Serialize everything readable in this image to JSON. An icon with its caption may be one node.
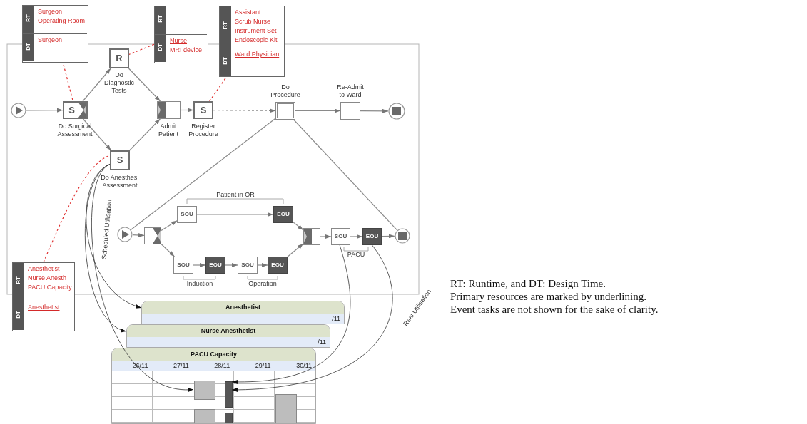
{
  "diagram": {
    "nodes": [
      {
        "text": [],
        "shape": "circle"
      },
      {
        "text": [
          "S"
        ],
        "beside": [
          "Do Surgical Assessment"
        ]
      },
      {
        "text": [
          "R"
        ],
        "beside": [
          "Do Diagnostic Tests"
        ]
      },
      {
        "text": [
          "S"
        ],
        "beside": [
          "Do Anesthes. Assessment"
        ]
      },
      {
        "text": [],
        "shape": "box",
        "beside": [
          "Admit Patient"
        ]
      },
      {
        "text": [
          "S"
        ],
        "beside": [
          "Register Procedure"
        ]
      },
      {
        "text": [],
        "shape": "box",
        "beside": [
          "Do Procedure"
        ]
      },
      {
        "text": [],
        "shape": "box",
        "beside": [
          "Re-Admit to Ward"
        ]
      },
      {
        "text": [],
        "shape": "circle"
      },
      {
        "text": [
          "RT",
          "Surgeon",
          "Operating Room",
          "DT",
          "Surgeon"
        ]
      },
      {
        "text": [
          "RT",
          "DT",
          "Nurse",
          "MRI device"
        ]
      },
      {
        "text": [
          "RT",
          "Assistant",
          "Scrub Nurse",
          "Instrument Set",
          "Endoscopic Kit",
          "DT",
          "Ward Physician"
        ]
      },
      {
        "text": [
          "RT",
          "Anesthetist",
          "Nurse Anesth",
          "PACU Capacity",
          "DT",
          "Anesthetist"
        ]
      },
      {
        "text": [],
        "shape": "circle"
      },
      {
        "text": [],
        "shape": "box"
      },
      {
        "text": [
          "SOU"
        ]
      },
      {
        "text": [
          "EOU"
        ]
      },
      {
        "text": [
          "SOU"
        ]
      },
      {
        "text": [
          "EOU"
        ]
      },
      {
        "text": [
          "SOU"
        ]
      },
      {
        "text": [
          "EOU"
        ]
      },
      {
        "text": [],
        "shape": "box"
      },
      {
        "text": [
          "SOU"
        ]
      },
      {
        "text": [
          "EOU"
        ]
      },
      {
        "text": [],
        "shape": "circle"
      },
      {
        "text": [
          "Anesthetist",
          "/11"
        ]
      },
      {
        "text": [
          "Nurse Anesthetist",
          "/11"
        ]
      },
      {
        "text": [
          "PACU Capacity",
          "26/11",
          "27/11",
          "28/11",
          "29/11",
          "30/11"
        ]
      },
      {
        "text": [],
        "shape": "bar",
        "in": 27
      },
      {
        "text": [],
        "shape": "bar",
        "in": 27
      },
      {
        "text": [],
        "shape": "bar",
        "in": 27
      },
      {
        "text": [],
        "shape": "bar",
        "in": 27
      },
      {
        "text": [],
        "shape": "bar",
        "in": 27
      }
    ],
    "edges": [
      {
        "from": 0,
        "to": 1,
        "arrow": "to"
      },
      {
        "from": 1,
        "to": 2,
        "arrow": "to"
      },
      {
        "from": 1,
        "to": 3,
        "arrow": "to"
      },
      {
        "from": 2,
        "to": 4,
        "arrow": "to"
      },
      {
        "from": 3,
        "to": 4,
        "arrow": "to"
      },
      {
        "from": 4,
        "to": 5,
        "arrow": "to"
      },
      {
        "from": 5,
        "to": 6,
        "arrow": "to",
        "style": "dashed"
      },
      {
        "from": 6,
        "to": 7,
        "arrow": "to"
      },
      {
        "from": 7,
        "to": 8,
        "arrow": "to"
      },
      {
        "from": 9,
        "to": 1,
        "arrow": "none",
        "style": "dashed",
        "color": "#e03030"
      },
      {
        "from": 10,
        "to": 2,
        "arrow": "none",
        "style": "dashed",
        "color": "#e03030"
      },
      {
        "from": 11,
        "to": 5,
        "arrow": "none",
        "style": "dashed",
        "color": "#e03030"
      },
      {
        "from": 12,
        "to": 3,
        "arrow": "none",
        "style": "dashed",
        "color": "#e03030"
      },
      {
        "from": 6,
        "to": 13,
        "arrow": "none"
      },
      {
        "from": 6,
        "to": 24,
        "arrow": "none"
      },
      {
        "from": 13,
        "to": 14,
        "arrow": "to"
      },
      {
        "from": 14,
        "to": 15,
        "arrow": "to"
      },
      {
        "from": 14,
        "to": 17,
        "arrow": "to"
      },
      {
        "from": 15,
        "to": 16,
        "arrow": "to"
      },
      {
        "from": 17,
        "to": 18,
        "arrow": "to"
      },
      {
        "from": 18,
        "to": 19,
        "arrow": "to"
      },
      {
        "from": 19,
        "to": 20,
        "arrow": "to"
      },
      {
        "from": 16,
        "to": 21,
        "arrow": "to"
      },
      {
        "from": 20,
        "to": 21,
        "arrow": "to"
      },
      {
        "from": 21,
        "to": 22,
        "arrow": "to"
      },
      {
        "from": 22,
        "to": 23,
        "arrow": "to"
      },
      {
        "from": 23,
        "to": 24,
        "arrow": "to"
      },
      {
        "from": 3,
        "to": 25,
        "arrow": "to",
        "label": "Scheduled Utilisation",
        "color": "#333333"
      },
      {
        "from": 3,
        "to": 26,
        "arrow": "to",
        "color": "#333333"
      },
      {
        "from": 3,
        "to": 28,
        "arrow": "to",
        "color": "#333333"
      },
      {
        "from": 22,
        "to": 29,
        "arrow": "to",
        "color": "#333333"
      },
      {
        "from": 23,
        "to": 29,
        "arrow": "to",
        "label": "Real Utilisation",
        "color": "#333333"
      }
    ],
    "labels": [
      "Patient in OR",
      "Induction",
      "Operation",
      "PACU",
      "RT: Runtime, and DT: Design Time.",
      "Primary resources are marked by underlining.",
      "Event tasks are not shown for the sake of clarity."
    ]
  }
}
